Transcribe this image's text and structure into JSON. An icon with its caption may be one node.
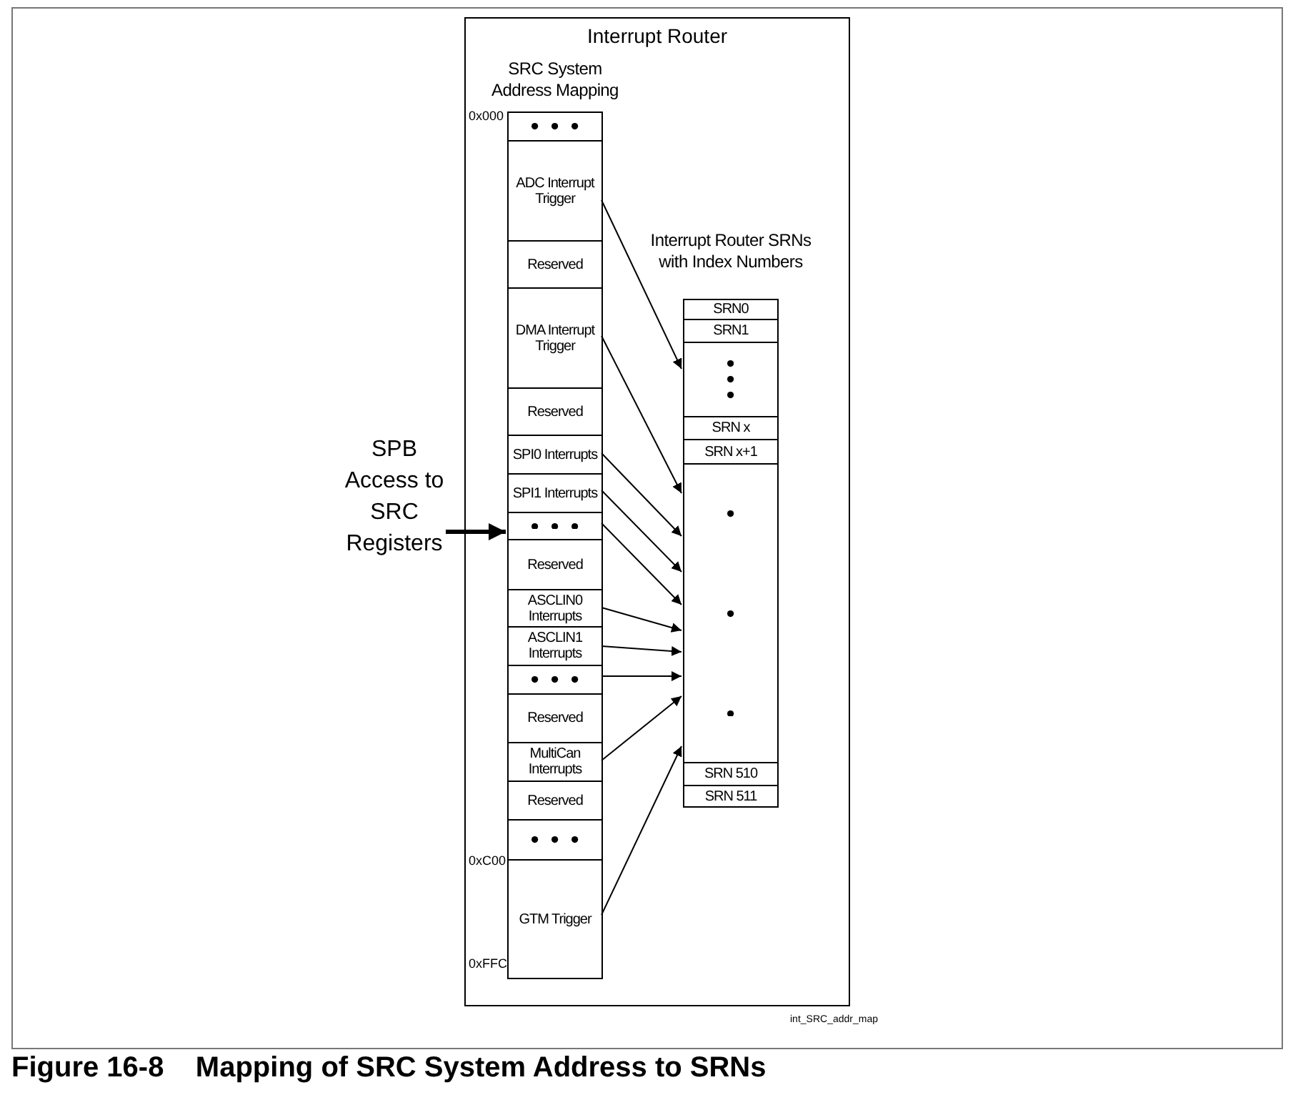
{
  "diagram": {
    "caption": "Figure 16-8    Mapping of SRC System Address to SRNs",
    "nodes": [
      {
        "text": [
          "Interrupt Router"
        ]
      },
      {
        "text": [
          "SRC System Address Mapping"
        ],
        "in": 0
      },
      {
        "text": [],
        "shape": "box",
        "in": 1
      },
      {
        "text": [
          "ADC Interrupt Trigger"
        ],
        "in": 1
      },
      {
        "text": [
          "Reserved"
        ],
        "in": 1
      },
      {
        "text": [
          "DMA Interrupt Trigger"
        ],
        "in": 1
      },
      {
        "text": [
          "Reserved"
        ],
        "in": 1
      },
      {
        "text": [
          "SPI0 Interrupts"
        ],
        "in": 1
      },
      {
        "text": [
          "SPI1 Interrupts"
        ],
        "in": 1
      },
      {
        "text": [],
        "shape": "box",
        "in": 1
      },
      {
        "text": [
          "Reserved"
        ],
        "in": 1
      },
      {
        "text": [
          "ASCLIN0 Interrupts"
        ],
        "in": 1
      },
      {
        "text": [
          "ASCLIN1 Interrupts"
        ],
        "in": 1
      },
      {
        "text": [],
        "shape": "box",
        "in": 1
      },
      {
        "text": [
          "Reserved"
        ],
        "in": 1
      },
      {
        "text": [
          "MultiCan Interrupts"
        ],
        "in": 1
      },
      {
        "text": [
          "Reserved"
        ],
        "in": 1
      },
      {
        "text": [],
        "shape": "box",
        "in": 1
      },
      {
        "text": [
          "GTM Trigger"
        ],
        "in": 1
      },
      {
        "text": [
          "Interrupt Router SRNs with Index Numbers"
        ],
        "in": 0
      },
      {
        "text": [
          "SRN0"
        ],
        "in": 19
      },
      {
        "text": [
          "SRN1"
        ],
        "in": 19
      },
      {
        "text": [],
        "shape": "box",
        "in": 19
      },
      {
        "text": [
          "SRN x"
        ],
        "in": 19
      },
      {
        "text": [
          "SRN x+1"
        ],
        "in": 19
      },
      {
        "text": [],
        "shape": "box",
        "in": 19
      },
      {
        "text": [
          "SRN 510"
        ],
        "in": 19
      },
      {
        "text": [
          "SRN 511"
        ],
        "in": 19
      },
      {
        "text": [
          "SPB Access to SRC Registers"
        ]
      }
    ],
    "edges": [
      {
        "from": 3,
        "to": 22,
        "arrow": "to"
      },
      {
        "from": 5,
        "to": 25,
        "arrow": "to"
      },
      {
        "from": 7,
        "to": 25,
        "arrow": "to"
      },
      {
        "from": 8,
        "to": 25,
        "arrow": "to"
      },
      {
        "from": 9,
        "to": 25,
        "arrow": "to"
      },
      {
        "from": 11,
        "to": 25,
        "arrow": "to"
      },
      {
        "from": 12,
        "to": 25,
        "arrow": "to"
      },
      {
        "from": 13,
        "to": 25,
        "arrow": "to"
      },
      {
        "from": 15,
        "to": 25,
        "arrow": "to"
      },
      {
        "from": 18,
        "to": 25,
        "arrow": "to"
      },
      {
        "from": 28,
        "to": 9,
        "arrow": "to",
        "style": "thick"
      }
    ],
    "labels": [
      "0x000",
      "0xC00",
      "0xFFC",
      "int_SRC_addr_map"
    ]
  }
}
